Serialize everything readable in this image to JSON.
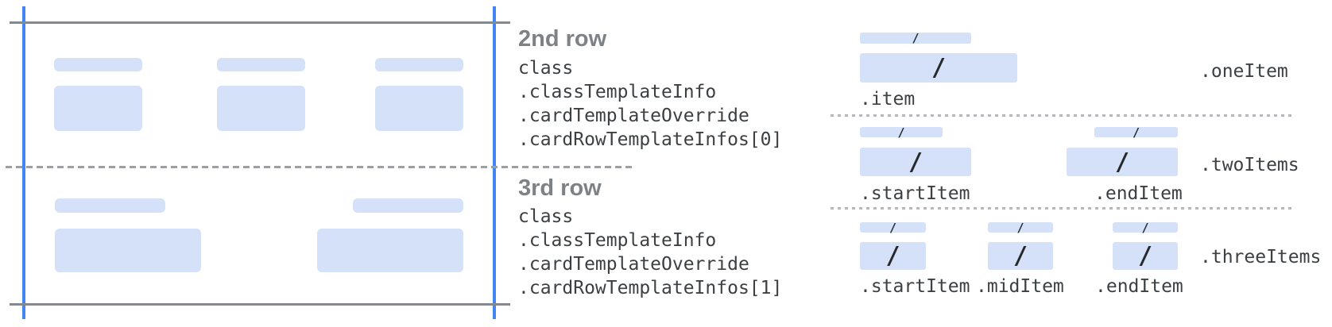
{
  "middle": {
    "sections": [
      {
        "heading": "2nd row",
        "code_lines": [
          "class",
          ".classTemplateInfo",
          ".cardTemplateOverride",
          ".cardRowTemplateInfos[0]"
        ]
      },
      {
        "heading": "3rd row",
        "code_lines": [
          "class",
          ".classTemplateInfo",
          ".cardTemplateOverride",
          ".cardRowTemplateInfos[1]"
        ]
      }
    ]
  },
  "right": {
    "slash": "/",
    "sections": [
      {
        "name": ".oneItem",
        "items": [
          {
            "label": ".item"
          }
        ]
      },
      {
        "name": ".twoItems",
        "items": [
          {
            "label": ".startItem"
          },
          {
            "label": ".endItem"
          }
        ]
      },
      {
        "name": ".threeItems",
        "items": [
          {
            "label": ".startItem"
          },
          {
            "label": ".midItem"
          },
          {
            "label": ".endItem"
          }
        ]
      }
    ]
  },
  "colors": {
    "bar_fill": "#d5e1f8",
    "guide_blue": "#4285f4",
    "solid_line_gray": "#85898d",
    "dashed_line_gray": "#9aa0a6",
    "dotted_line_gray": "#b4b8bc",
    "heading_gray": "#7d8287",
    "code_text": "#3c4043",
    "slash_color": "#26282b"
  }
}
